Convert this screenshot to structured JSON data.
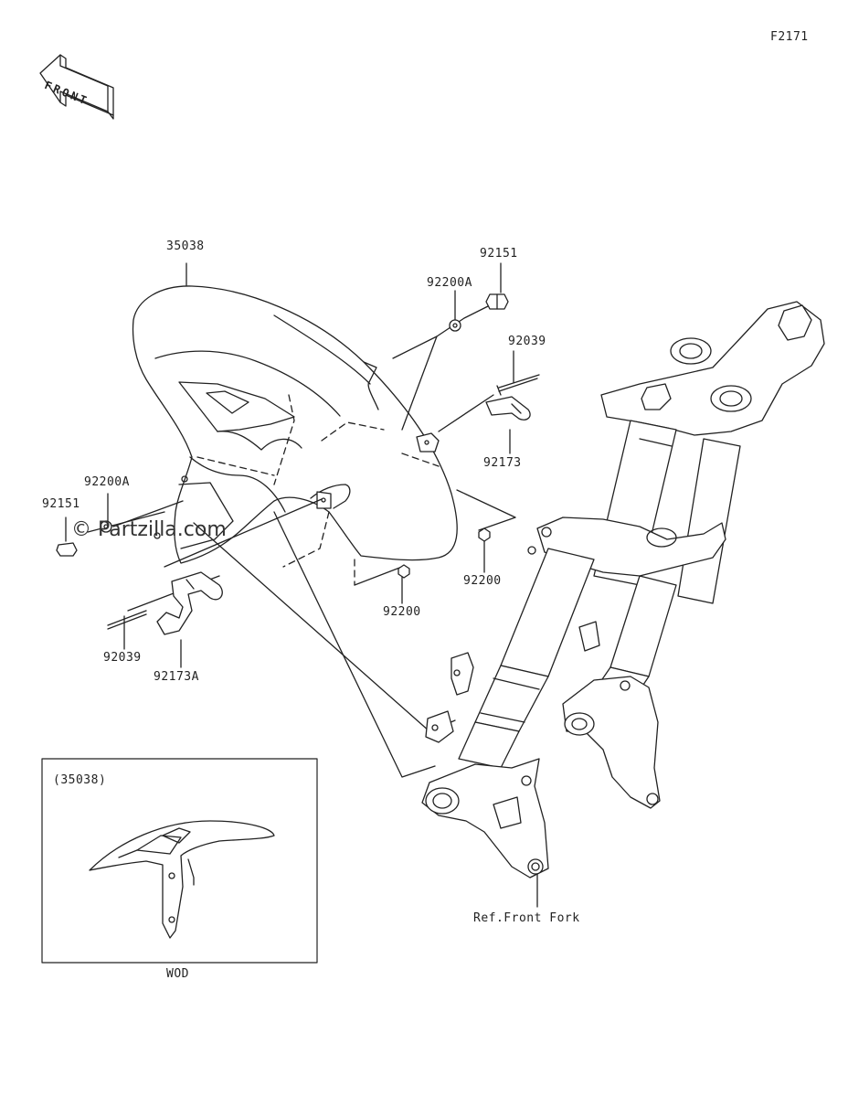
{
  "figure_code": "F2171",
  "front_arrow_text": "FRONT",
  "watermark": "© Partzilla.com",
  "parts": {
    "fender": "35038",
    "bolt_upper": "92151",
    "washer_upper": "92200A",
    "screw_upper": "92039",
    "clamp_upper": "92173",
    "washer_left": "92200A",
    "bolt_left": "92151",
    "nut_right": "92200",
    "nut_center": "92200",
    "screw_lower": "92039",
    "clamp_lower": "92173A"
  },
  "reference": "Ref.Front Fork",
  "inset": {
    "title": "(35038)",
    "caption": "WOD"
  }
}
